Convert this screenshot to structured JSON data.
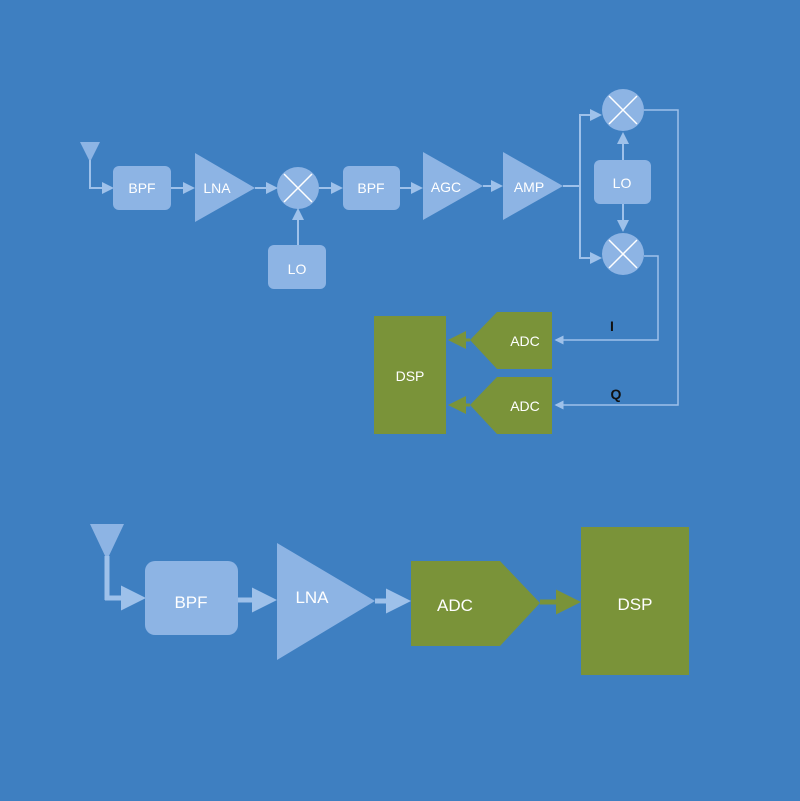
{
  "colors": {
    "background": "#3e7fc1",
    "analog_block": "#8db4e4",
    "digital_block": "#7a9339",
    "wire": "#9ec1ea"
  },
  "top_diagram": {
    "bpf1": "BPF",
    "lna": "LNA",
    "lo_mixer": "LO",
    "bpf2": "BPF",
    "agc": "AGC",
    "amp": "AMP",
    "lo_quadrature": "LO",
    "adc_i": "ADC",
    "adc_q": "ADC",
    "dsp": "DSP",
    "i_label": "I",
    "q_label": "Q"
  },
  "bottom_diagram": {
    "bpf": "BPF",
    "lna": "LNA",
    "adc": "ADC",
    "dsp": "DSP"
  }
}
